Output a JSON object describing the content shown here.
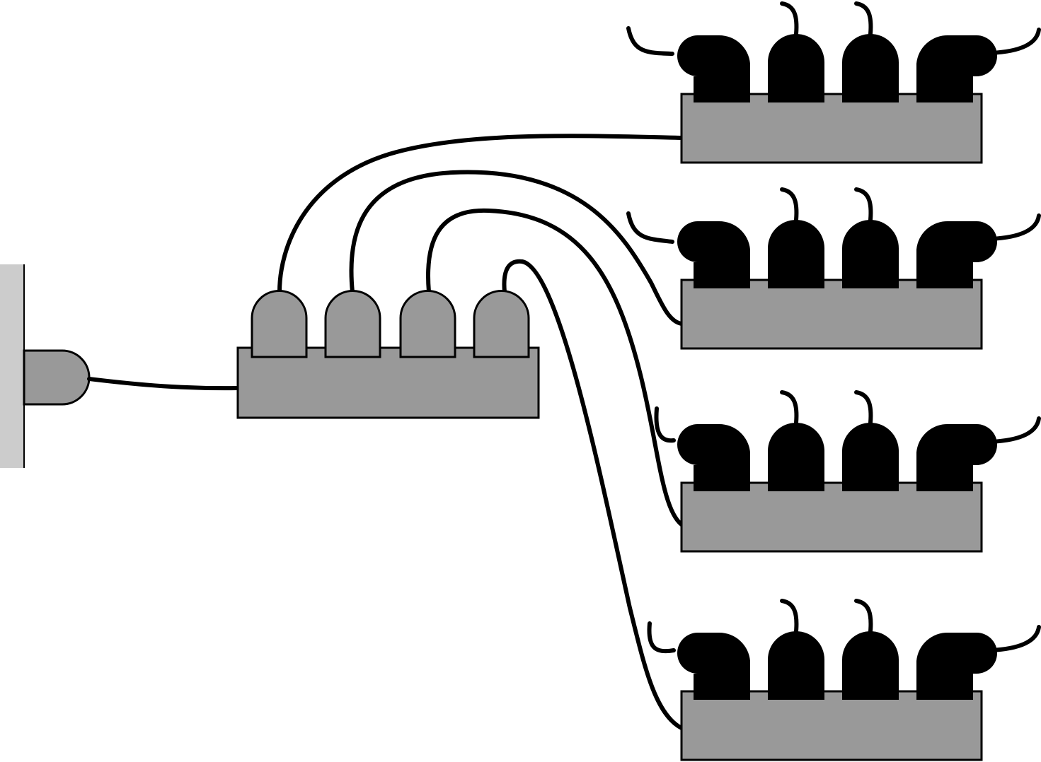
{
  "colors": {
    "wall": "#cccccc",
    "strip": "#999999",
    "gray_plug": "#999999",
    "load_plug": "#000000",
    "cord": "#000000",
    "background": "#ffffff"
  },
  "icons": {
    "wall": "wall-outlet-icon",
    "wall_plug": "plug-icon",
    "hub_strip": "power-strip-icon",
    "branch_strips": "power-strip-icon",
    "device_plugs": "plug-icon"
  },
  "topology": {
    "hub_outlets": 4,
    "branch_strips": 4,
    "plugs_per_branch": 4
  }
}
